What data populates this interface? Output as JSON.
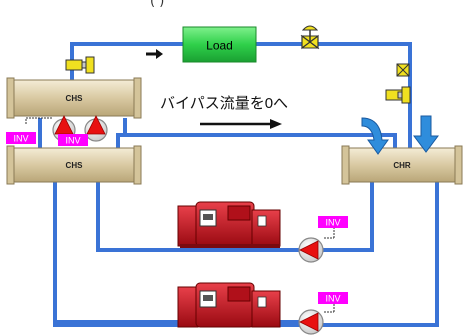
{
  "header_partial": "(                        )",
  "load": {
    "label": "Load"
  },
  "headers": {
    "chs_top": "CHS",
    "chs_bottom": "CHS",
    "chr": "CHR"
  },
  "inverters": {
    "pump_left": "INV",
    "pump_right": "INV",
    "chiller_1": "INV",
    "chiller_2": "INV"
  },
  "bypass_text": "バイパス流量を0へ",
  "colors": {
    "pipe": "#3a73d6",
    "header_fill": "#e8dcc0",
    "header_stroke": "#8a7a55",
    "load_fill": "#2fd04a",
    "inv_fill": "#ff00ff",
    "pump_arrow": "#e81010",
    "chiller": "#c3121c",
    "flow_arrow": "#2f8ddc",
    "valve": "#f0e020"
  },
  "icons": [
    "flow-arrow",
    "control-valve",
    "flow-meter",
    "chiller-unit",
    "pump-symbol",
    "turn-arrow"
  ]
}
